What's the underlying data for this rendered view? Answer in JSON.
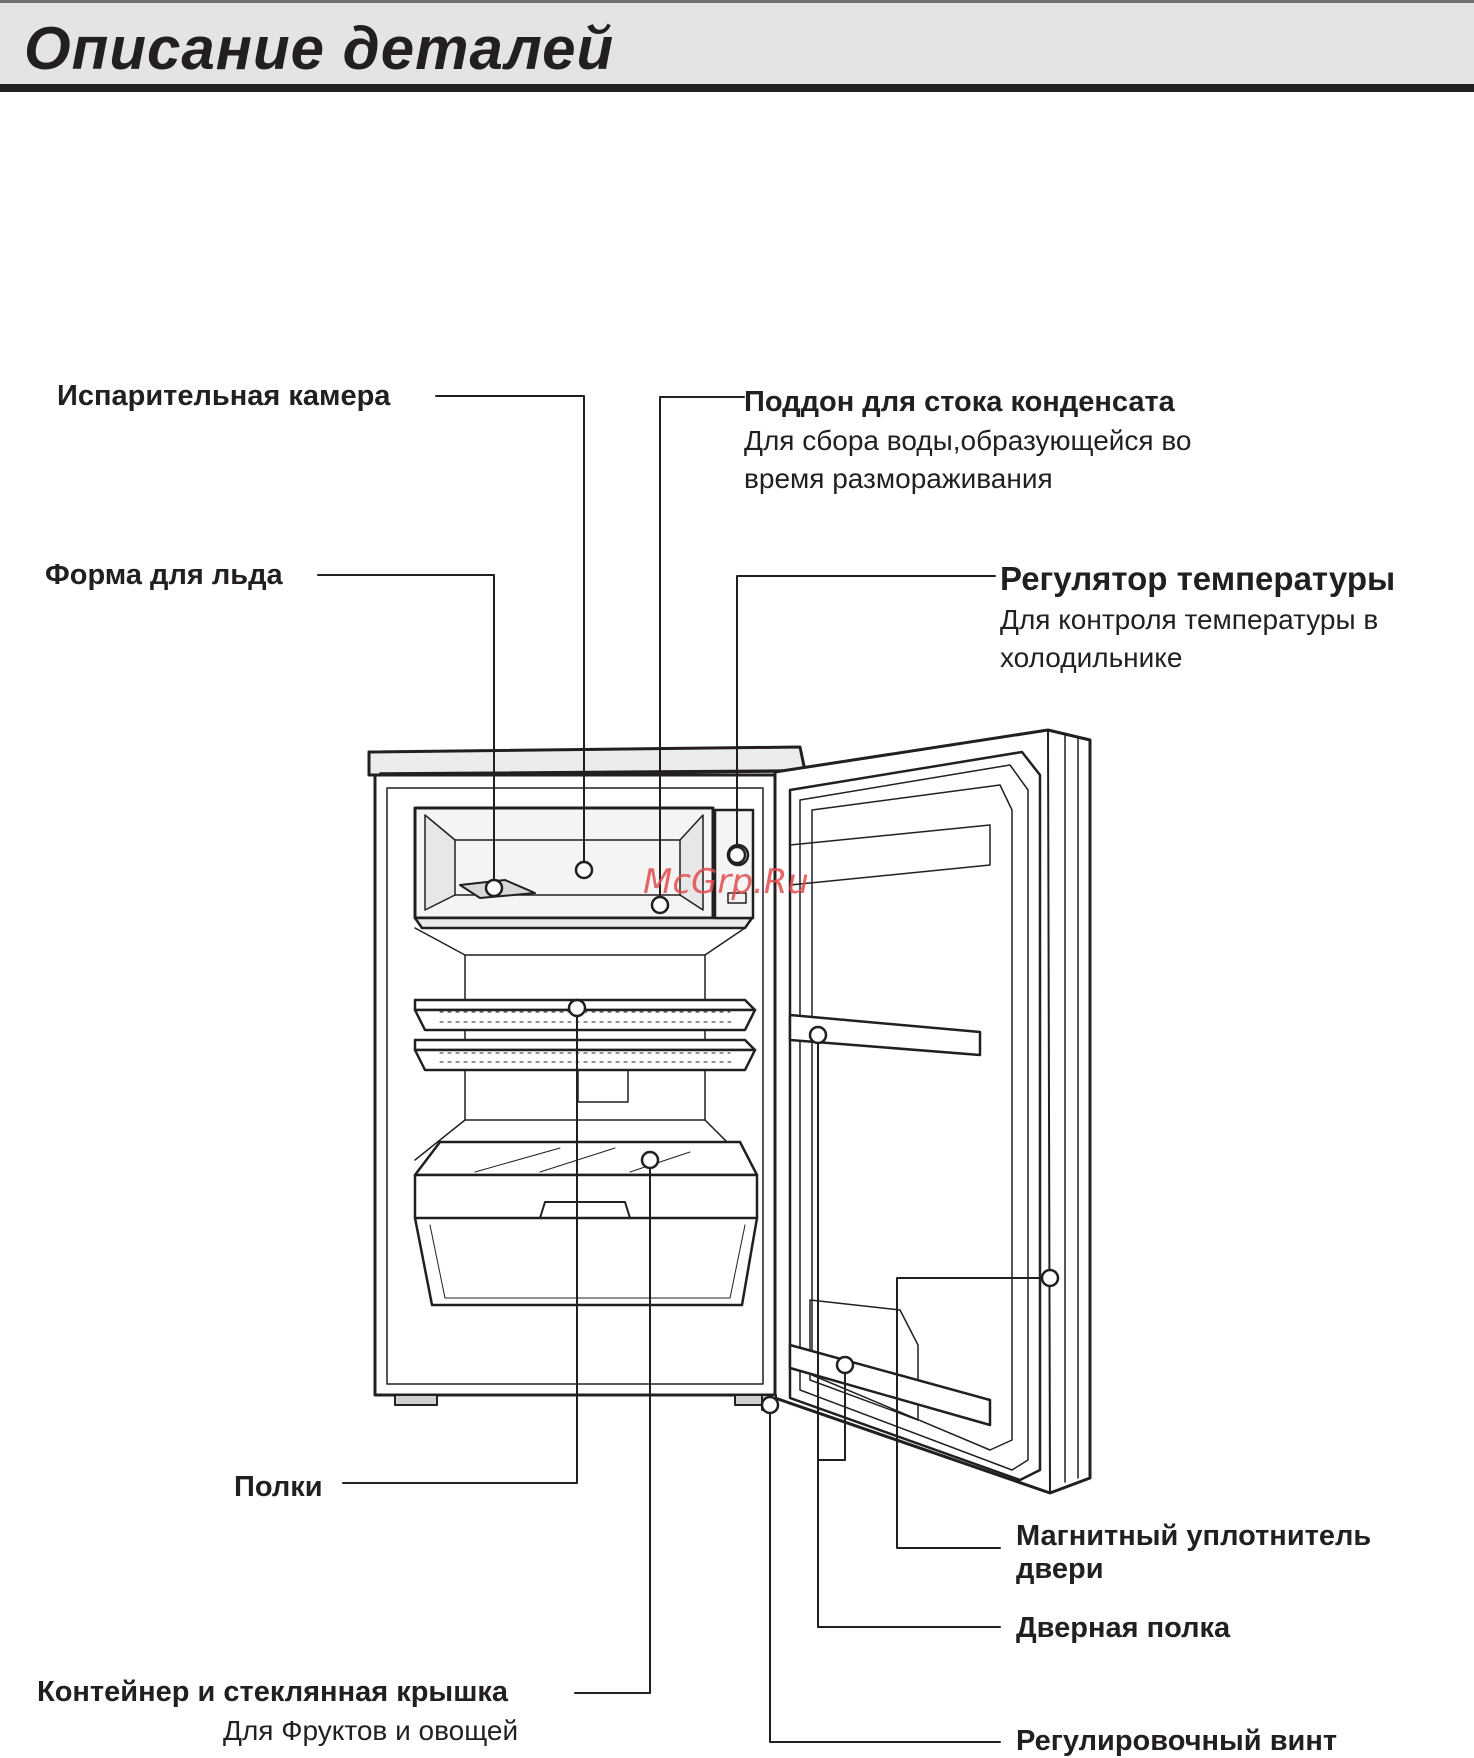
{
  "header": {
    "title": "Описание деталей"
  },
  "watermark": "McGrp.Ru",
  "labels": {
    "evaporator": "Испарительная камера",
    "ice_tray": "Форма для льда",
    "drip_tray_title": "Поддон для стока конденсата",
    "drip_tray_desc_1": "Для сбора воды,образующейся во",
    "drip_tray_desc_2": "время размораживания",
    "thermostat_title": "Регулятор температуры",
    "thermostat_desc_1": "Для контроля температуры в",
    "thermostat_desc_2": "холодильнике",
    "shelves": "Полки",
    "door_gasket_1": "Магнитный уплотнитель",
    "door_gasket_2": "двери",
    "door_shelf": "Дверная полка",
    "crisper_title": "Контейнер и стеклянная крышка",
    "crisper_desc": "Для Фруктов и овощей",
    "leveling_screw": "Регулировочный винт"
  },
  "colors": {
    "ink": "#231f20",
    "header_band": "#e4e4e4",
    "appliance_fill": "#f4f4f4",
    "watermark": "#e24d4d"
  }
}
